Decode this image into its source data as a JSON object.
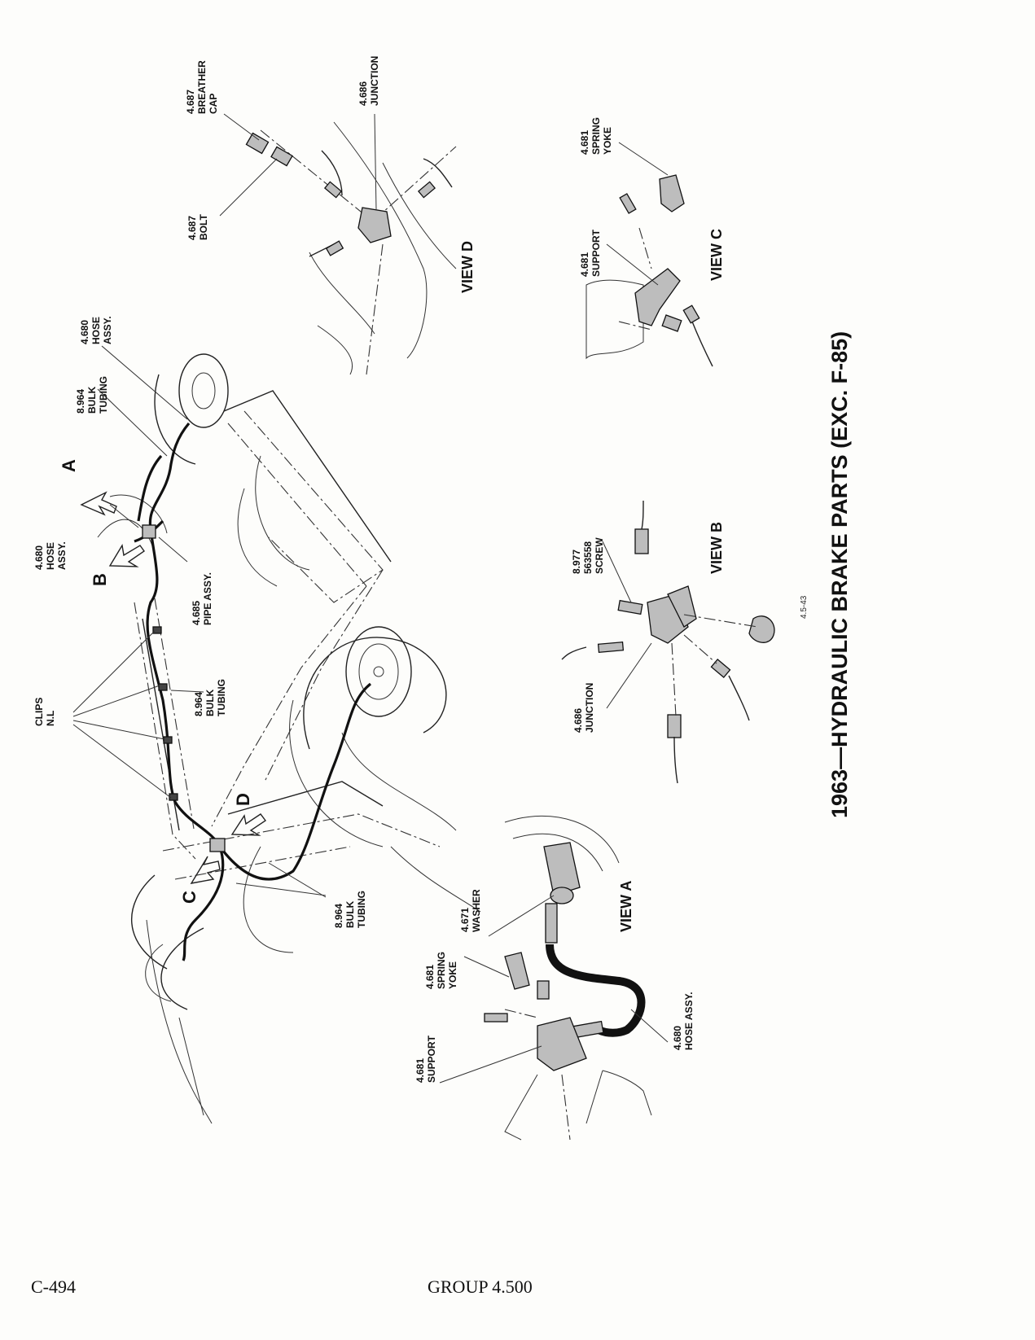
{
  "title": "1963—HYDRAULIC BRAKE PARTS (EXC. F-85)",
  "figure_number": "4.5-43",
  "footer": {
    "page": "C-494",
    "group": "GROUP 4.500"
  },
  "views": {
    "a": "VIEW A",
    "b": "VIEW B",
    "c": "VIEW C",
    "d": "VIEW D"
  },
  "arrow_letters": {
    "a": "A",
    "b": "B",
    "c": "C",
    "d": "D"
  },
  "labels": {
    "clips": [
      "CLIPS",
      "N.L"
    ],
    "hose_assy_front": [
      "4.680",
      "HOSE",
      "ASSY."
    ],
    "pipe_assy": [
      "4.685",
      "PIPE ASSY."
    ],
    "bulk_tubing_top": [
      "8.964",
      "BULK",
      "TUBING"
    ],
    "hose_assy_top": [
      "4.680",
      "HOSE",
      "ASSY."
    ],
    "bulk_tubing_mid": [
      "8.964",
      "BULK",
      "TUBING"
    ],
    "bulk_tubing_low": [
      "8.964",
      "BULK",
      "TUBING"
    ],
    "breather_cap": [
      "4.687",
      "BREATHER",
      "CAP"
    ],
    "junction_d": [
      "4.686",
      "JUNCTION"
    ],
    "bolt": [
      "4.687",
      "BOLT"
    ],
    "spring_yoke_c": [
      "4.681",
      "SPRING",
      "YOKE"
    ],
    "support_c": [
      "4.681",
      "SUPPORT"
    ],
    "screw": [
      "8.977",
      "563558",
      "SCREW"
    ],
    "junction_b": [
      "4.686",
      "JUNCTION"
    ],
    "washer": [
      "4.671",
      "WASHER"
    ],
    "spring_yoke_a": [
      "4.681",
      "SPRING",
      "YOKE"
    ],
    "support_a": [
      "4.681",
      "SUPPORT"
    ],
    "hose_assy_a": [
      "4.680",
      "HOSE ASSY."
    ]
  }
}
